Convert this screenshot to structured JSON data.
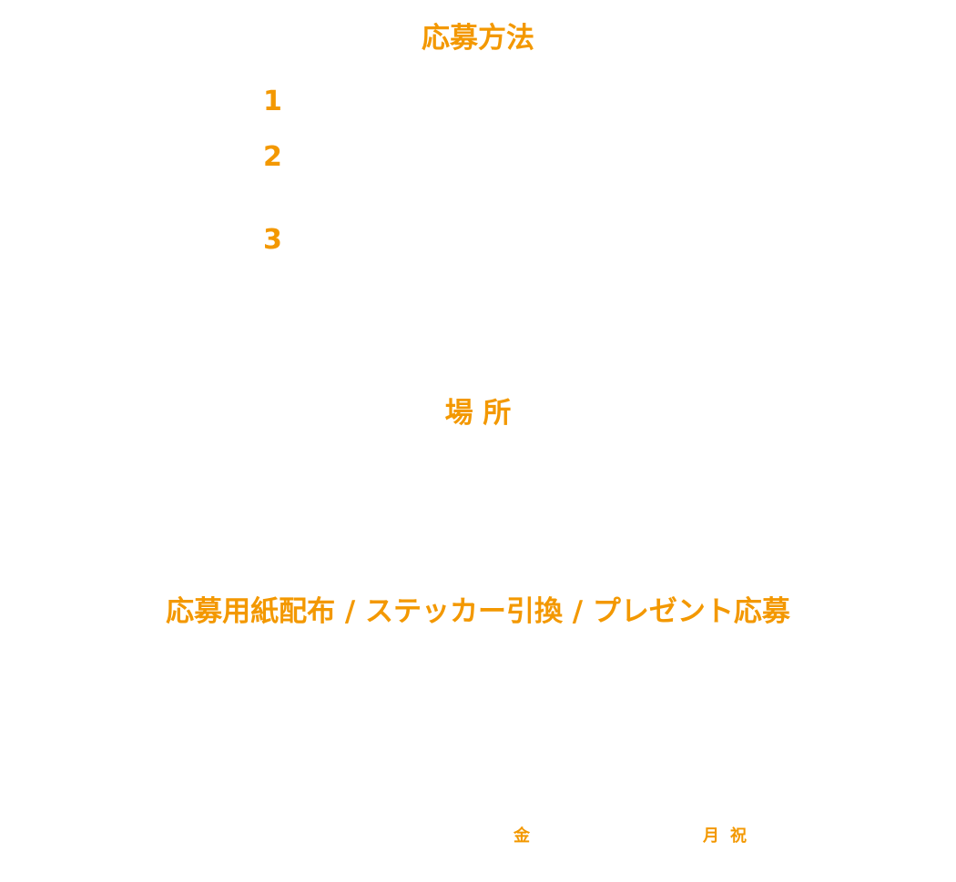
{
  "accent_color": "#f39800",
  "how_to_apply": {
    "title": "応募方法",
    "steps": [
      "1",
      "2",
      "3"
    ]
  },
  "location": {
    "title": "場 所"
  },
  "distribution": {
    "title": "応募用紙配布 / ステッカー引換 / プレゼント応募",
    "day_fri": "金",
    "day_mon": "月",
    "day_holiday": "祝"
  }
}
